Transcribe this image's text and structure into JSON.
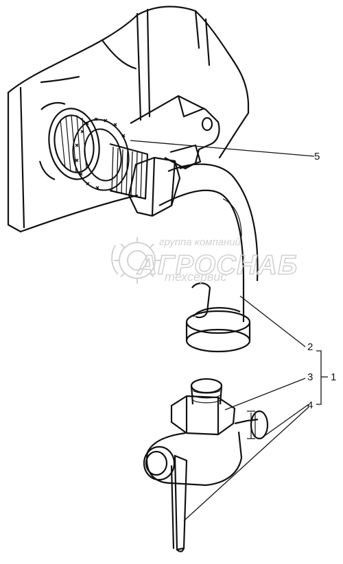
{
  "callouts": {
    "five": "5",
    "two": "2",
    "three": "3",
    "one": "1",
    "four": "4"
  },
  "watermark": {
    "top": "группа компаний",
    "main": "АГРОСНАБ",
    "bottom": "техсервис",
    "logo_icon": "gear-wreath-icon"
  },
  "colors": {
    "line": "#111111",
    "watermark": "#cfcfcf"
  }
}
